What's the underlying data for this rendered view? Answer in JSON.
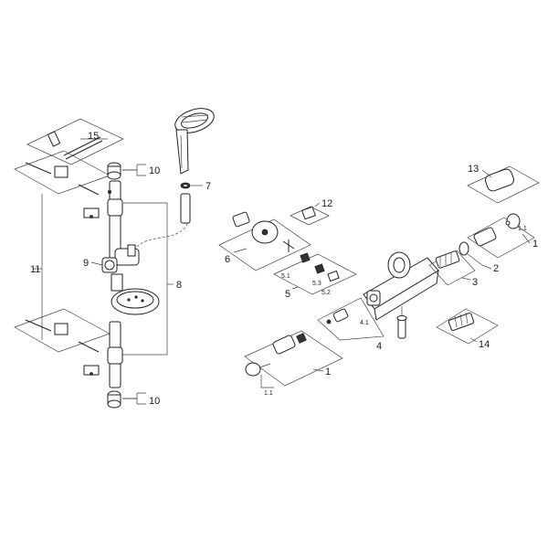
{
  "callouts": {
    "c1": "1",
    "c1_sub": "1.1",
    "c2": "2",
    "c3": "3",
    "c4": "4",
    "c4_sub": "4.1",
    "c5": "5",
    "c5_sub1": "5.1",
    "c5_sub2": "5.2",
    "c5_sub3": "5.3",
    "c6": "6",
    "c7": "7",
    "c8": "8",
    "c9": "9",
    "c10a": "10",
    "c10b": "10",
    "c11": "11",
    "c12": "12",
    "c13": "13",
    "c14": "14",
    "c15": "15",
    "c_r1": "1",
    "c_r1_sub": "1.1"
  },
  "colors": {
    "line": "#222222",
    "fill": "#ffffff",
    "shade": "#bdbdbd",
    "dark": "#333333"
  }
}
